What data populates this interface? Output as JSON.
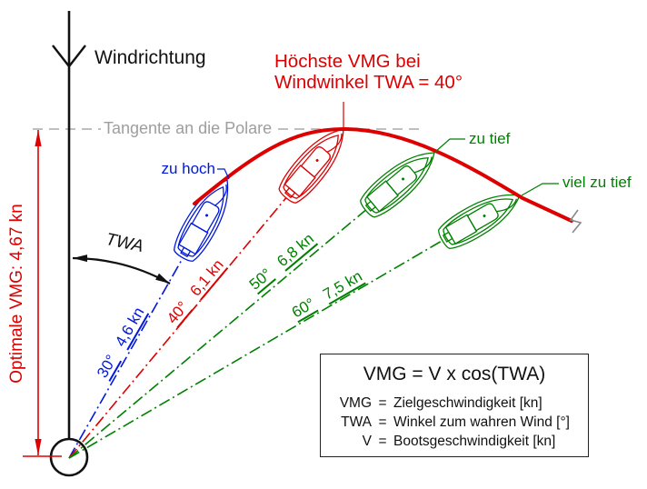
{
  "colors": {
    "black": "#111111",
    "red": "#dd0000",
    "blue": "#0018dd",
    "green": "#008000",
    "gray_line": "#aaaaaa",
    "gray_text": "#9e9e9e"
  },
  "wind": {
    "label": "Windrichtung"
  },
  "tangent": {
    "label": "Tangente an die Polare"
  },
  "vmg_dimension": {
    "label": "Optimale VMG: 4,67 kn"
  },
  "twa": {
    "label": "TWA"
  },
  "peak_annotation": {
    "line1": "Höchste VMG bei",
    "line2": "Windwinkel TWA = 40°"
  },
  "courses": [
    {
      "angle": "30°",
      "speed": "4,6 kn",
      "status": "zu hoch"
    },
    {
      "angle": "40°",
      "speed": "6,1 kn",
      "status": ""
    },
    {
      "angle": "50°",
      "speed": "6,8 kn",
      "status": "zu tief"
    },
    {
      "angle": "60°",
      "speed": "7,5 kn",
      "status": "viel zu tief"
    }
  ],
  "formula": {
    "title": "VMG = V x cos(TWA)",
    "rows": [
      {
        "term": "VMG",
        "eq": "=",
        "desc": "Zielgeschwindigkeit [kn]"
      },
      {
        "term": "TWA",
        "eq": "=",
        "desc": "Winkel zum wahren Wind [°]"
      },
      {
        "term": "V",
        "eq": "=",
        "desc": "Bootsgeschwindigkeit [kn]"
      }
    ]
  }
}
